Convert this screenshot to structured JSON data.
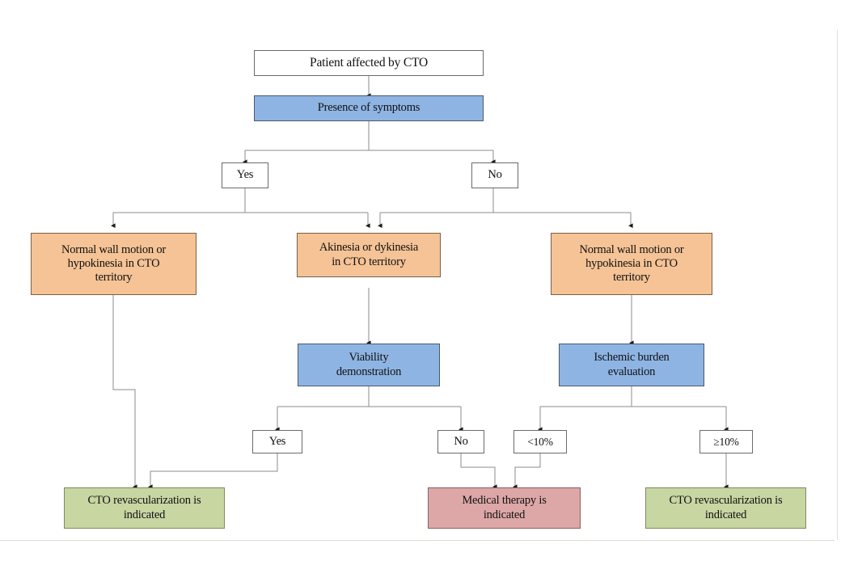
{
  "diagram": {
    "title": "CTO revascularization decision flowchart",
    "colors": {
      "white": "#ffffff",
      "blue": "#8eb4e3",
      "orange": "#f5c396",
      "green": "#c8d6a2",
      "red": "#dda7a7",
      "connector": "#808080",
      "border": "#5f5f5f"
    },
    "nodes": {
      "start": {
        "label": "Patient affected by CTO",
        "shape": "rect",
        "fill": "white"
      },
      "symptoms": {
        "label": "Presence of symptoms",
        "shape": "rect",
        "fill": "blue"
      },
      "symptoms_yes": {
        "label": "Yes",
        "shape": "rect",
        "fill": "white"
      },
      "symptoms_no": {
        "label": "No",
        "shape": "rect",
        "fill": "white"
      },
      "wall_left": {
        "label": "Normal wall motion or\nhypokinesia in CTO\nterritory",
        "shape": "rect",
        "fill": "orange"
      },
      "akinesia": {
        "label": "Akinesia or dykinesia\nin CTO territory",
        "shape": "rect",
        "fill": "orange"
      },
      "wall_right": {
        "label": "Normal wall motion or\nhypokinesia in CTO\nterritory",
        "shape": "rect",
        "fill": "orange"
      },
      "viability": {
        "label": "Viability\ndemonstration",
        "shape": "rect",
        "fill": "blue"
      },
      "ischemic": {
        "label": "Ischemic burden\nevaluation",
        "shape": "rect",
        "fill": "blue"
      },
      "viability_yes": {
        "label": "Yes",
        "shape": "rect",
        "fill": "white"
      },
      "viability_no": {
        "label": "No",
        "shape": "rect",
        "fill": "white"
      },
      "burden_low": {
        "label": "<10%",
        "shape": "rect",
        "fill": "white"
      },
      "burden_high": {
        "label": "≥10%",
        "shape": "rect",
        "fill": "white"
      },
      "revasc_left": {
        "label": "CTO revascularization is\nindicated",
        "shape": "rect",
        "fill": "green"
      },
      "medical": {
        "label": "Medical therapy is\nindicated",
        "shape": "rect",
        "fill": "red"
      },
      "revasc_right": {
        "label": "CTO revascularization is\nindicated",
        "shape": "rect",
        "fill": "green"
      }
    },
    "edges": [
      {
        "from": "start",
        "to": "symptoms",
        "label": ""
      },
      {
        "from": "symptoms",
        "to": "symptoms_yes",
        "label": ""
      },
      {
        "from": "symptoms",
        "to": "symptoms_no",
        "label": ""
      },
      {
        "from": "symptoms_yes",
        "to": "wall_left",
        "label": ""
      },
      {
        "from": "symptoms_yes",
        "to": "akinesia",
        "label": ""
      },
      {
        "from": "symptoms_no",
        "to": "akinesia",
        "label": ""
      },
      {
        "from": "symptoms_no",
        "to": "wall_right",
        "label": ""
      },
      {
        "from": "wall_left",
        "to": "revasc_left",
        "label": ""
      },
      {
        "from": "akinesia",
        "to": "viability",
        "label": ""
      },
      {
        "from": "wall_right",
        "to": "ischemic",
        "label": ""
      },
      {
        "from": "viability",
        "to": "viability_yes",
        "label": ""
      },
      {
        "from": "viability",
        "to": "viability_no",
        "label": ""
      },
      {
        "from": "ischemic",
        "to": "burden_low",
        "label": ""
      },
      {
        "from": "ischemic",
        "to": "burden_high",
        "label": ""
      },
      {
        "from": "viability_yes",
        "to": "revasc_left",
        "label": ""
      },
      {
        "from": "viability_no",
        "to": "medical",
        "label": ""
      },
      {
        "from": "burden_low",
        "to": "medical",
        "label": ""
      },
      {
        "from": "burden_high",
        "to": "revasc_right",
        "label": ""
      }
    ]
  }
}
